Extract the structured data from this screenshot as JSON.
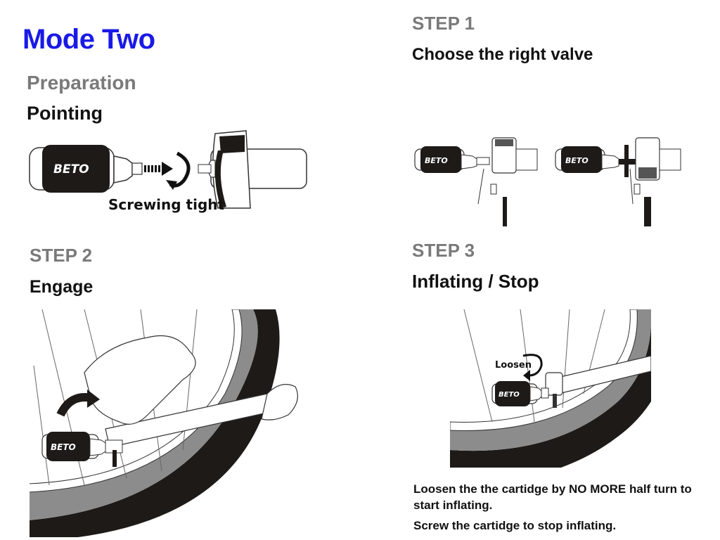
{
  "header": {
    "title": "Mode Two"
  },
  "preparation": {
    "label": "Preparation",
    "subtitle": "Pointing",
    "caption": "Screwing tight",
    "brand": "BETO"
  },
  "step1": {
    "label": "STEP 1",
    "subtitle": "Choose the right valve",
    "brand": "BETO"
  },
  "step2": {
    "label": "STEP 2",
    "subtitle": "Engage",
    "brand": "BETO"
  },
  "step3": {
    "label": "STEP 3",
    "subtitle": "Inflating / Stop",
    "arrow_label": "Loosen",
    "brand": "BETO",
    "instruction_1": "Loosen the the cartidge by NO MORE half turn to start inflating.",
    "instruction_2": "Screw the cartidge to stop inflating."
  },
  "colors": {
    "title": "#1a1ae6",
    "heading_gray": "#7a7a7a",
    "ink": "#111111",
    "tire": "#1d1a18",
    "rim": "#8c8c8c"
  }
}
